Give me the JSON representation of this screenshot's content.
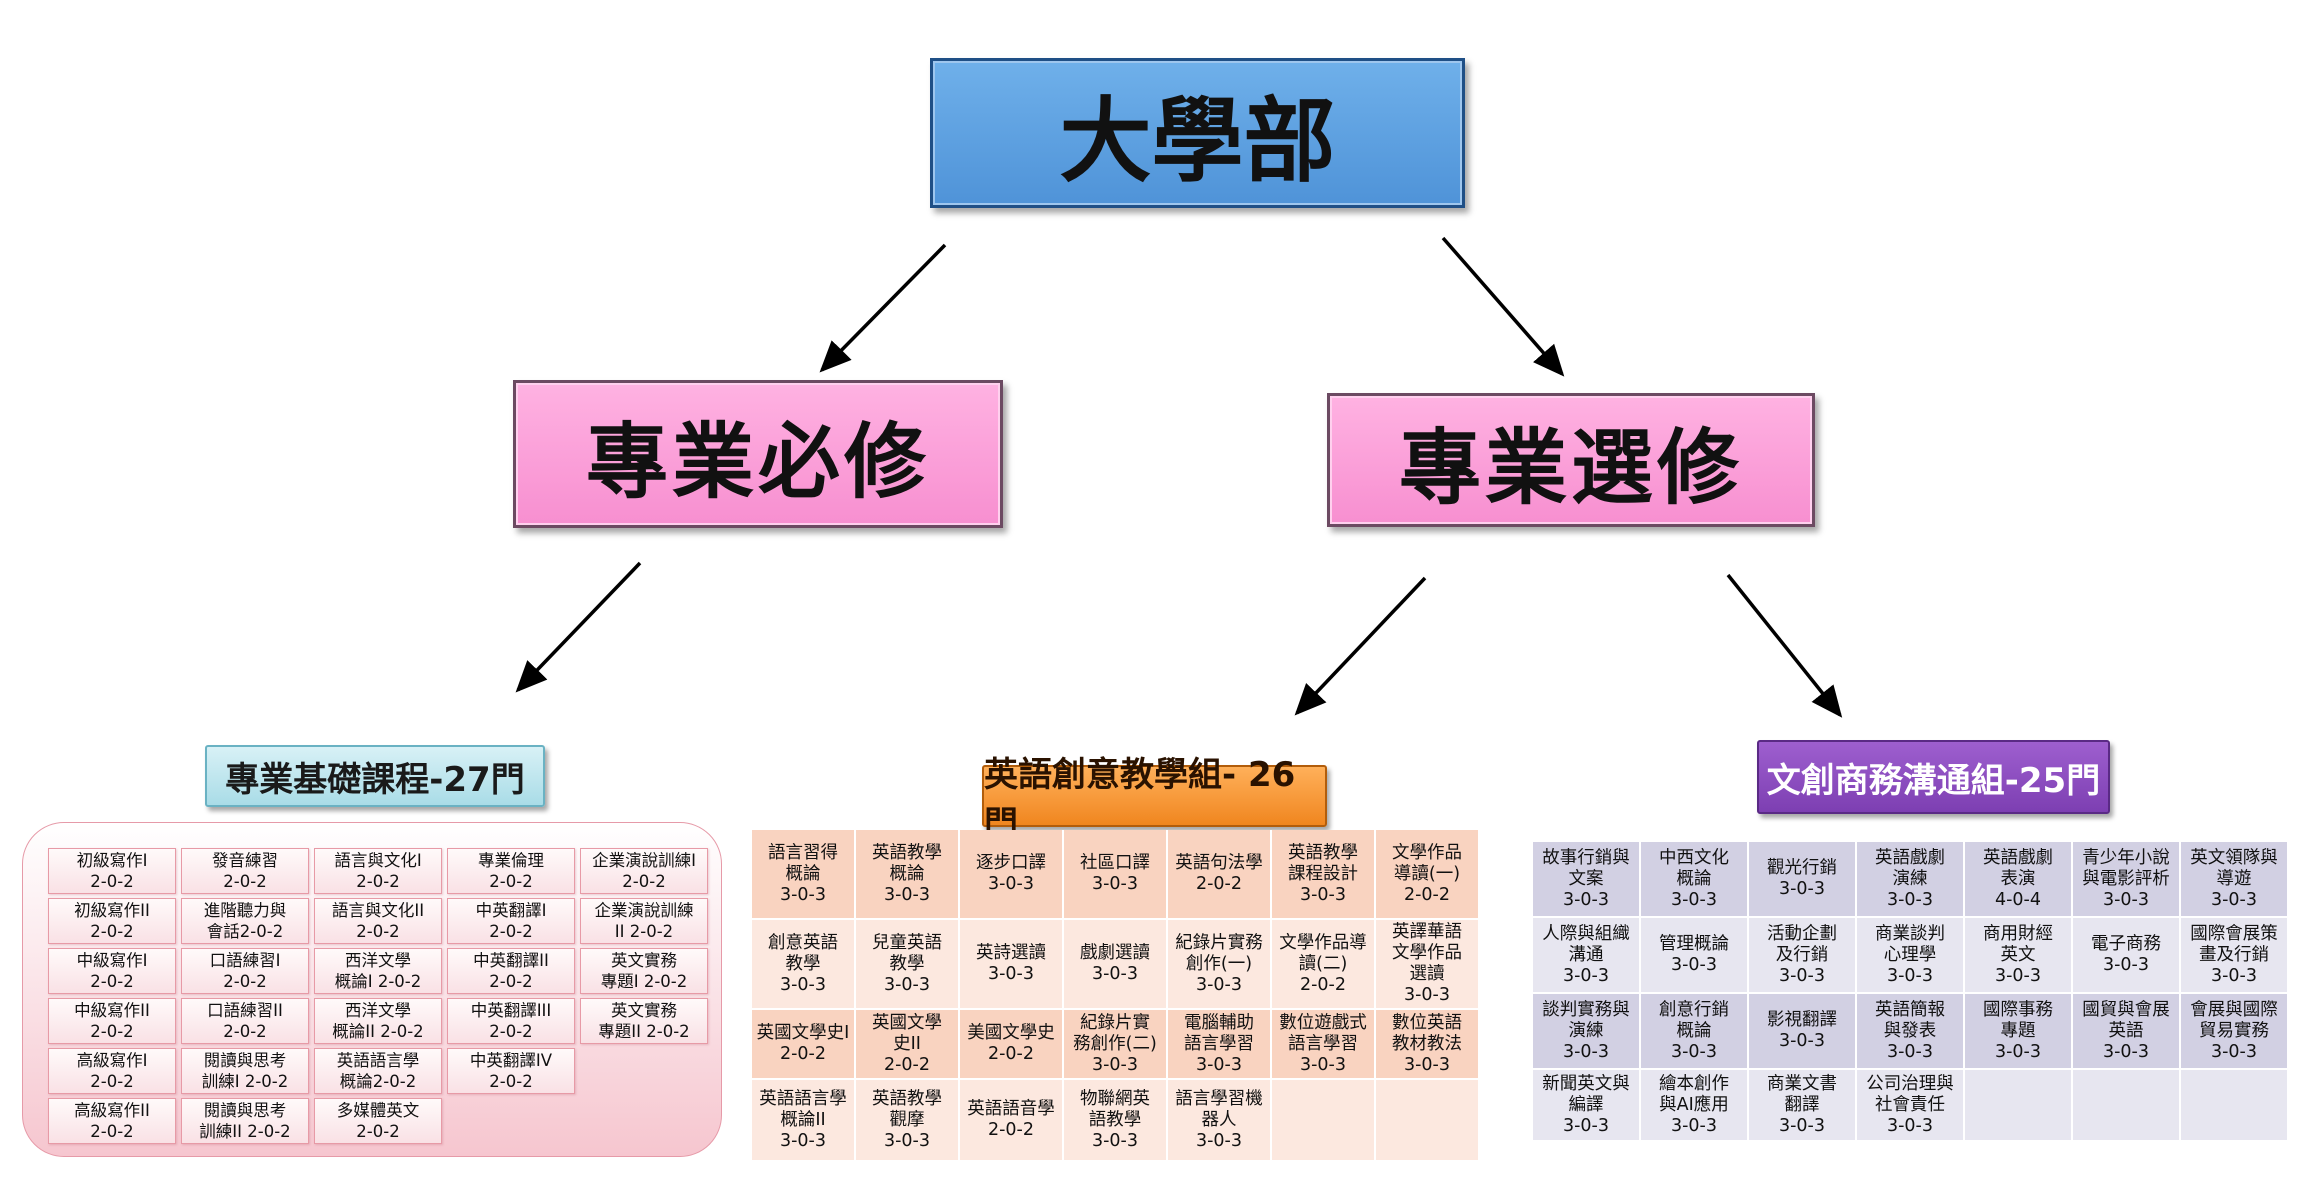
{
  "root": {
    "label": "大學部"
  },
  "level2": [
    {
      "id": "required",
      "label": "專業必修"
    },
    {
      "id": "elective",
      "label": "專業選修"
    }
  ],
  "groups": [
    {
      "id": "foundation",
      "title": "專業基礎課程-27門",
      "color": "#a9dce7",
      "rows": [
        [
          "初級寫作I\n2-0-2",
          "發音練習\n2-0-2",
          "語言與文化I\n2-0-2",
          "專業倫理\n2-0-2",
          "企業演說訓練I\n2-0-2"
        ],
        [
          "初級寫作II\n2-0-2",
          "進階聽力與\n會話2-0-2",
          "語言與文化II\n2-0-2",
          "中英翻譯I\n2-0-2",
          "企業演說訓練\nII 2-0-2"
        ],
        [
          "中級寫作I\n2-0-2",
          "口語練習I\n2-0-2",
          "西洋文學\n概論I 2-0-2",
          "中英翻譯II\n2-0-2",
          "英文實務\n專題I 2-0-2"
        ],
        [
          "中級寫作II\n2-0-2",
          "口語練習II\n2-0-2",
          "西洋文學\n概論II 2-0-2",
          "中英翻譯III\n2-0-2",
          "英文實務\n專題II 2-0-2"
        ],
        [
          "高級寫作I\n2-0-2",
          "閱讀與思考\n訓練I 2-0-2",
          "英語語言學\n概論2-0-2",
          "中英翻譯IV\n2-0-2",
          ""
        ],
        [
          "高級寫作II\n2-0-2",
          "閱讀與思考\n訓練II 2-0-2",
          "多媒體英文\n2-0-2",
          "",
          ""
        ]
      ]
    },
    {
      "id": "creative-teaching",
      "title": "英語創意教學組- 26門",
      "color": "#f0861f",
      "rows": [
        [
          "語言習得\n概論\n3-0-3",
          "英語教學\n概論\n3-0-3",
          "逐步口譯\n3-0-3",
          "社區口譯\n3-0-3",
          "英語句法學\n2-0-2",
          "英語教學\n課程設計\n3-0-3",
          "文學作品\n導讀(一)\n2-0-2"
        ],
        [
          "創意英語\n教學\n3-0-3",
          "兒童英語\n教學\n3-0-3",
          "英詩選讀\n3-0-3",
          "戲劇選讀\n3-0-3",
          "紀錄片實務\n創作(一)\n3-0-3",
          "文學作品導\n讀(二)\n2-0-2",
          "英譯華語\n文學作品\n選讀\n3-0-3"
        ],
        [
          "英國文學史I\n2-0-2",
          "英國文學\n史II\n2-0-2",
          "美國文學史\n2-0-2",
          "紀錄片實\n務創作(二)\n3-0-3",
          "電腦輔助\n語言學習\n3-0-3",
          "數位遊戲式\n語言學習\n3-0-3",
          "數位英語\n教材教法\n3-0-3"
        ],
        [
          "英語語言學\n概論II\n3-0-3",
          "英語教學\n觀摩\n3-0-3",
          "英語語音學\n2-0-2",
          "物聯網英\n語教學\n3-0-3",
          "語言學習機\n器人\n3-0-3",
          "",
          ""
        ]
      ]
    },
    {
      "id": "business-communication",
      "title": "文創商務溝通組-25門",
      "color": "#7d3fb2",
      "rows": [
        [
          "故事行銷與\n文案\n3-0-3",
          "中西文化\n概論\n3-0-3",
          "觀光行銷\n3-0-3",
          "英語戲劇\n演練\n3-0-3",
          "英語戲劇\n表演\n4-0-4",
          "青少年小說\n與電影評析\n3-0-3",
          "英文領隊與\n導遊\n3-0-3"
        ],
        [
          "人際與組織\n溝通\n3-0-3",
          "管理概論\n3-0-3",
          "活動企劃\n及行銷\n3-0-3",
          "商業談判\n心理學\n3-0-3",
          "商用財經\n英文\n3-0-3",
          "電子商務\n3-0-3",
          "國際會展策\n畫及行銷\n3-0-3"
        ],
        [
          "談判實務與\n演練\n3-0-3",
          "創意行銷\n概論\n3-0-3",
          "影視翻譯\n3-0-3",
          "英語簡報\n與發表\n3-0-3",
          "國際事務\n專題\n3-0-3",
          "國貿與會展\n英語\n3-0-3",
          "會展與國際\n貿易實務\n3-0-3"
        ],
        [
          "新聞英文與\n編譯\n3-0-3",
          "繪本創作\n與AI應用\n3-0-3",
          "商業文書\n翻譯\n3-0-3",
          "公司治理與\n社會責任\n3-0-3",
          "",
          "",
          ""
        ]
      ]
    }
  ]
}
